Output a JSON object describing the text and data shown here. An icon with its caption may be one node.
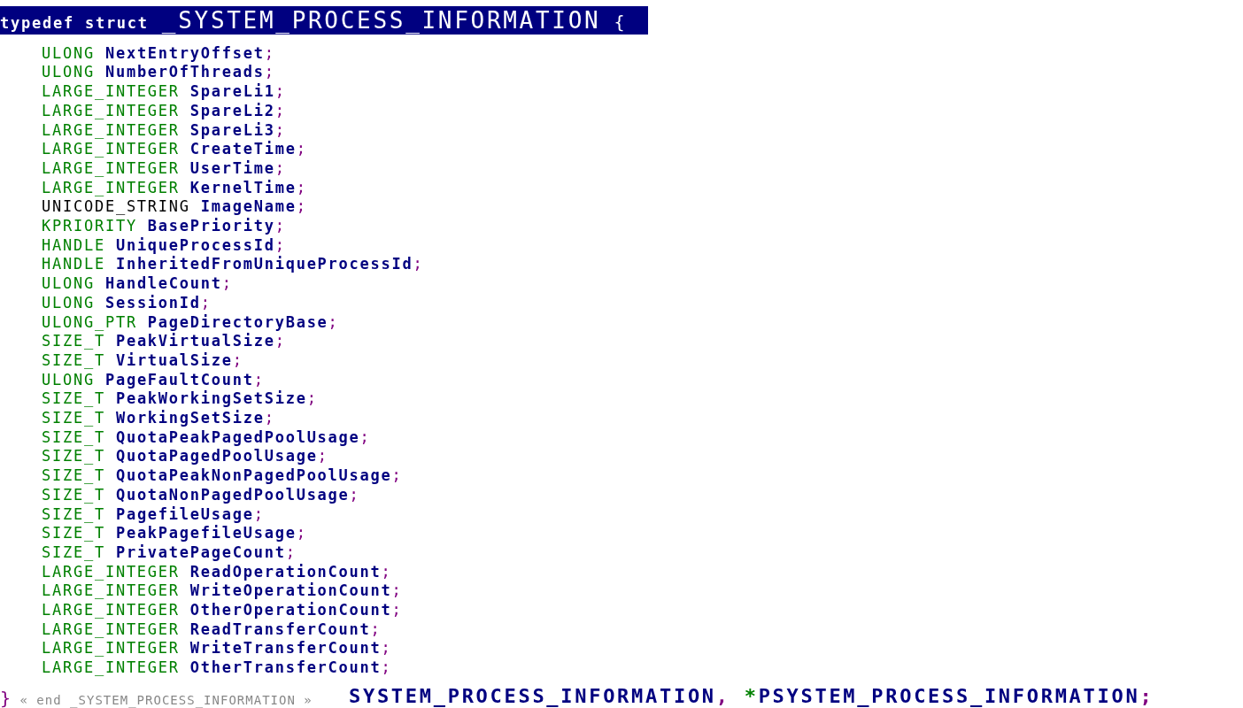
{
  "diagram": {
    "labels": [
      "typedef struct _SYSTEM_PROCESS_INFORMATION {",
      "ULONG NextEntryOffset;",
      "ULONG NumberOfThreads;",
      "LARGE_INTEGER SpareLi1;",
      "LARGE_INTEGER SpareLi2;",
      "LARGE_INTEGER SpareLi3;",
      "LARGE_INTEGER CreateTime;",
      "LARGE_INTEGER UserTime;",
      "LARGE_INTEGER KernelTime;",
      "UNICODE_STRING ImageName;",
      "KPRIORITY BasePriority;",
      "HANDLE UniqueProcessId;",
      "HANDLE InheritedFromUniqueProcessId;",
      "ULONG HandleCount;",
      "ULONG SessionId;",
      "ULONG_PTR PageDirectoryBase;",
      "SIZE_T PeakVirtualSize;",
      "SIZE_T VirtualSize;",
      "ULONG PageFaultCount;",
      "SIZE_T PeakWorkingSetSize;",
      "SIZE_T WorkingSetSize;",
      "SIZE_T QuotaPeakPagedPoolUsage;",
      "SIZE_T QuotaPagedPoolUsage;",
      "SIZE_T QuotaPeakNonPagedPoolUsage;",
      "SIZE_T QuotaNonPagedPoolUsage;",
      "SIZE_T PagefileUsage;",
      "SIZE_T PeakPagefileUsage;",
      "SIZE_T PrivatePageCount;",
      "LARGE_INTEGER ReadOperationCount;",
      "LARGE_INTEGER WriteOperationCount;",
      "LARGE_INTEGER OtherOperationCount;",
      "LARGE_INTEGER ReadTransferCount;",
      "LARGE_INTEGER WriteTransferCount;",
      "LARGE_INTEGER OtherTransferCount;",
      "} « end _SYSTEM_PROCESS_INFORMATION »",
      "SYSTEM_PROCESS_INFORMATION, *PSYSTEM_PROCESS_INFORMATION;"
    ]
  }
}
